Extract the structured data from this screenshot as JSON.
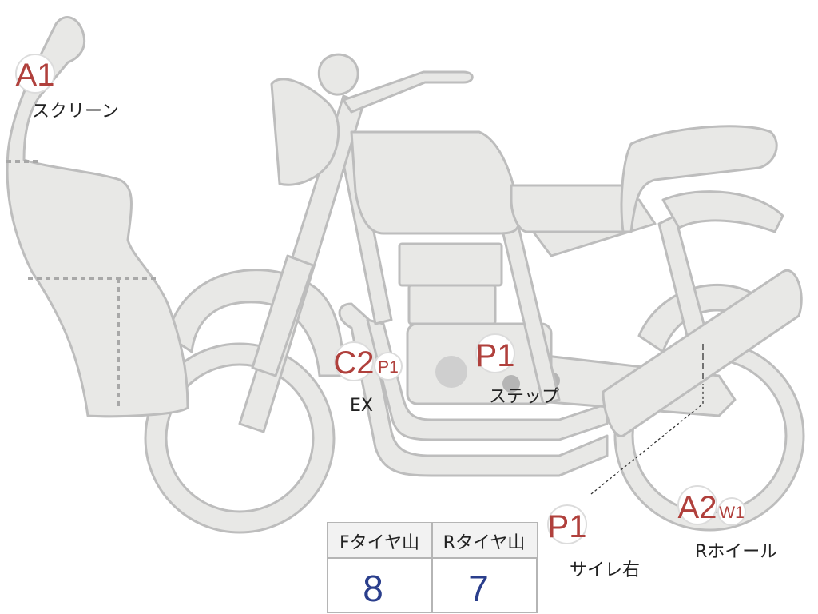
{
  "colors": {
    "body_fill": "#e8e8e6",
    "body_stroke": "#bdbdbd",
    "code_red": "#b0403c",
    "value_blue": "#2a3e8c"
  },
  "labels": {
    "a1": {
      "code": "A1",
      "name": "スクリーン"
    },
    "c2": {
      "code": "C2",
      "sub": "P1",
      "name": "EX"
    },
    "p1_step": {
      "code": "P1",
      "name": "ステップ"
    },
    "p1_silencer": {
      "code": "P1",
      "name": "サイレ右"
    },
    "a2": {
      "code": "A2",
      "sub": "W1",
      "name": "Rホイール"
    }
  },
  "table": {
    "headers": [
      "Fタイヤ山",
      "Rタイヤ山"
    ],
    "values": [
      "8",
      "7"
    ]
  }
}
